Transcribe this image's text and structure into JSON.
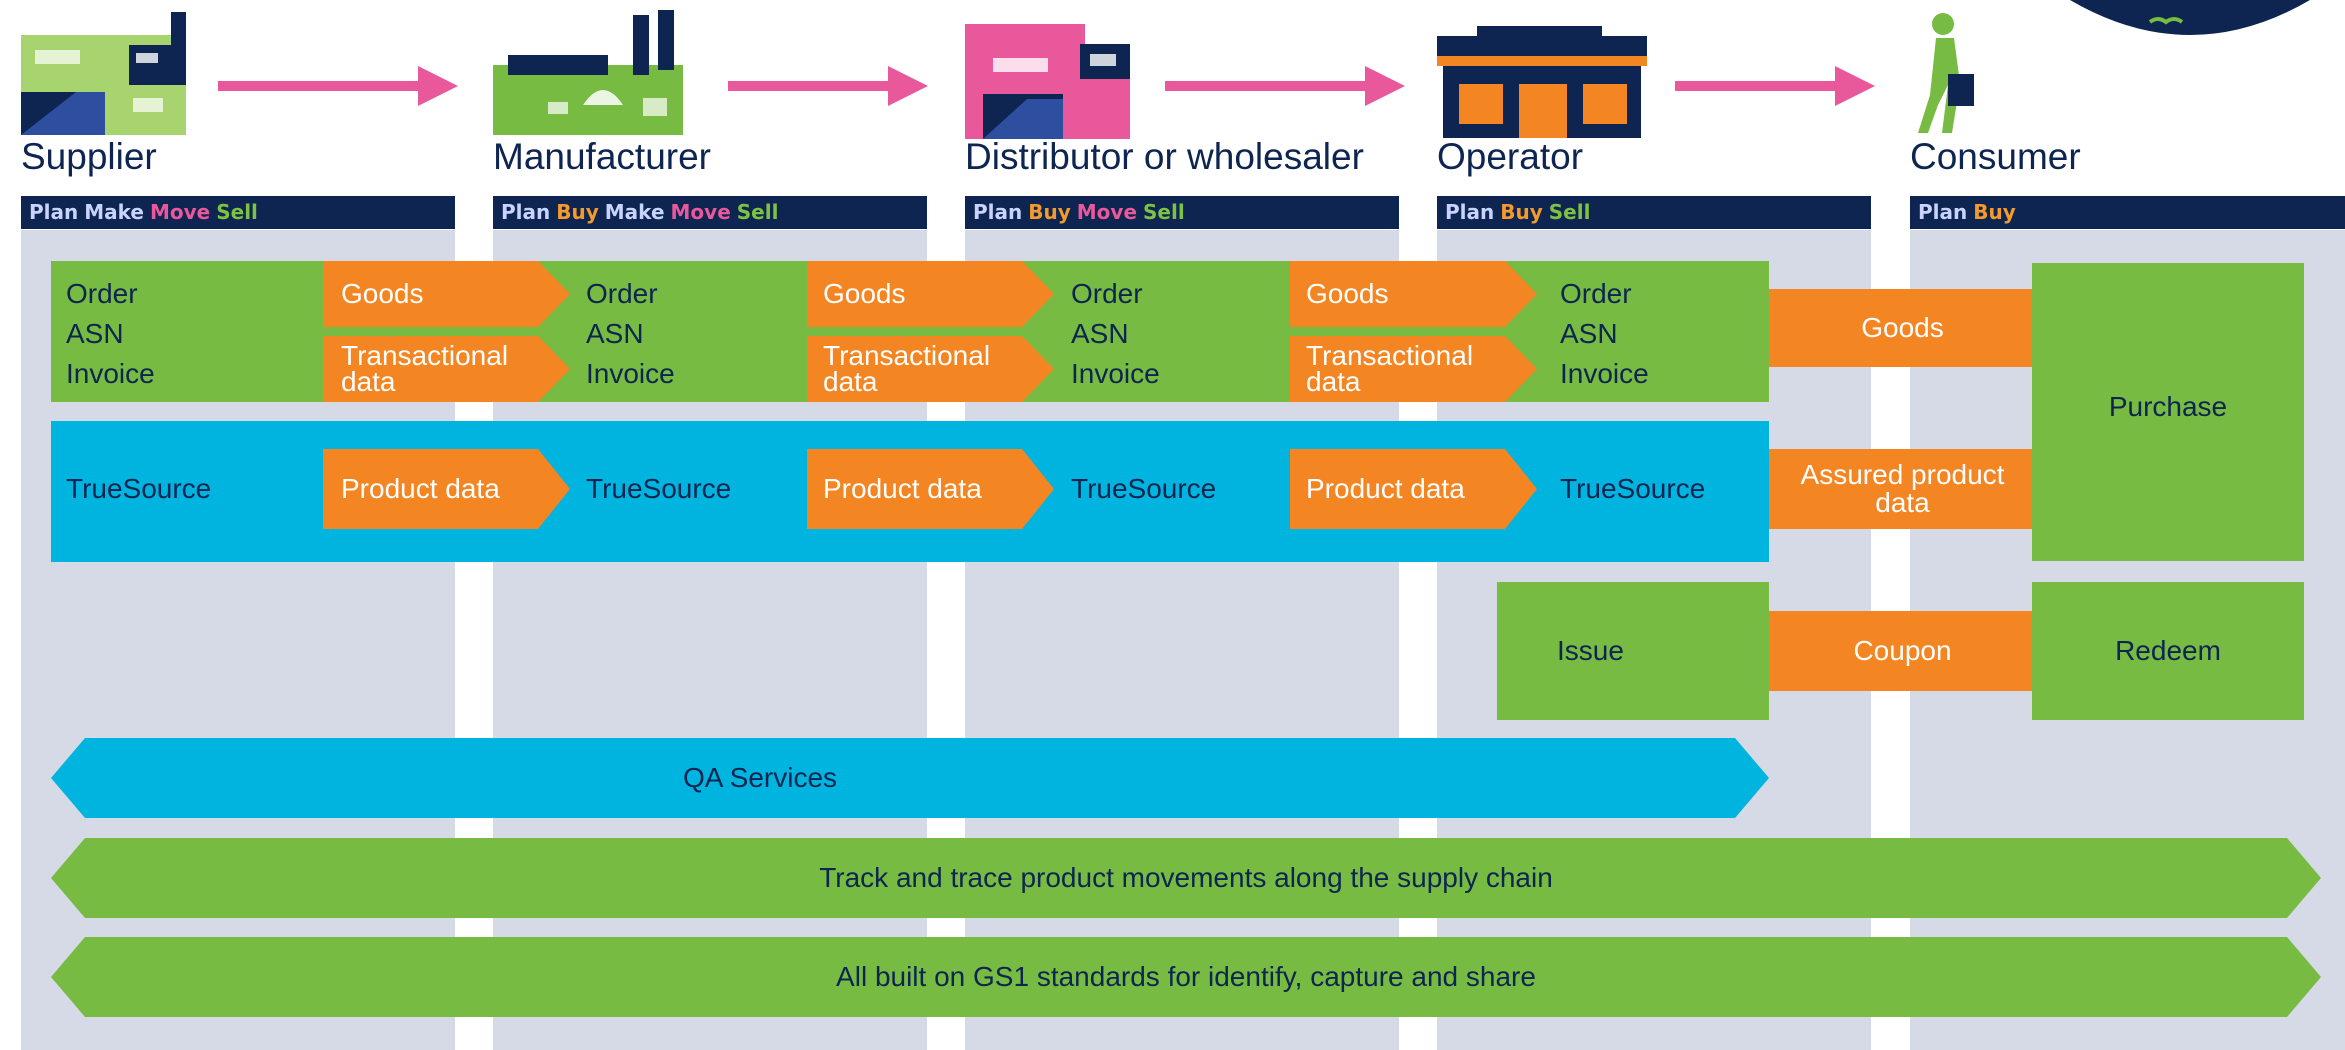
{
  "stages": [
    {
      "name": "Supplier",
      "activities": [
        {
          "word": "Plan",
          "kind": "plan"
        },
        {
          "word": "Make",
          "kind": "make"
        },
        {
          "word": "Move",
          "kind": "move"
        },
        {
          "word": "Sell",
          "kind": "sell"
        }
      ]
    },
    {
      "name": "Manufacturer",
      "activities": [
        {
          "word": "Plan",
          "kind": "plan"
        },
        {
          "word": "Buy",
          "kind": "buy"
        },
        {
          "word": "Make",
          "kind": "make"
        },
        {
          "word": "Move",
          "kind": "move"
        },
        {
          "word": "Sell",
          "kind": "sell"
        }
      ]
    },
    {
      "name": "Distributor or wholesaler",
      "activities": [
        {
          "word": "Plan",
          "kind": "plan"
        },
        {
          "word": "Buy",
          "kind": "buy"
        },
        {
          "word": "Move",
          "kind": "move"
        },
        {
          "word": "Sell",
          "kind": "sell"
        }
      ]
    },
    {
      "name": "Operator",
      "activities": [
        {
          "word": "Plan",
          "kind": "plan"
        },
        {
          "word": "Buy",
          "kind": "buy"
        },
        {
          "word": "Sell",
          "kind": "sell"
        }
      ]
    },
    {
      "name": "Consumer",
      "activities": [
        {
          "word": "Plan",
          "kind": "plan"
        },
        {
          "word": "Buy",
          "kind": "buy"
        }
      ]
    }
  ],
  "flows": {
    "order": "Order",
    "asn": "ASN",
    "invoice": "Invoice",
    "goods": "Goods",
    "transactional_1": "Transactional",
    "transactional_2": "data",
    "truesource": "TrueSource",
    "product_data": "Product data",
    "assured_1": "Assured product",
    "assured_2": "data",
    "purchase": "Purchase",
    "issue": "Issue",
    "coupon": "Coupon",
    "redeem": "Redeem"
  },
  "bands": {
    "qa": "QA Services",
    "track": "Track and trace product movements along the supply chain",
    "gs1": "All built on GS1 standards for identify, capture and share"
  },
  "colors": {
    "navy": "#0d2550",
    "green": "#77bb42",
    "blue": "#00b4e0",
    "orange": "#f48523",
    "pink": "#e9589b",
    "column_bg": "#d6d9e6"
  },
  "icons": [
    "supplier-factory-icon",
    "manufacturer-factory-icon",
    "distributor-warehouse-icon",
    "operator-store-icon",
    "consumer-shopper-icon",
    "seal-logo-icon"
  ]
}
